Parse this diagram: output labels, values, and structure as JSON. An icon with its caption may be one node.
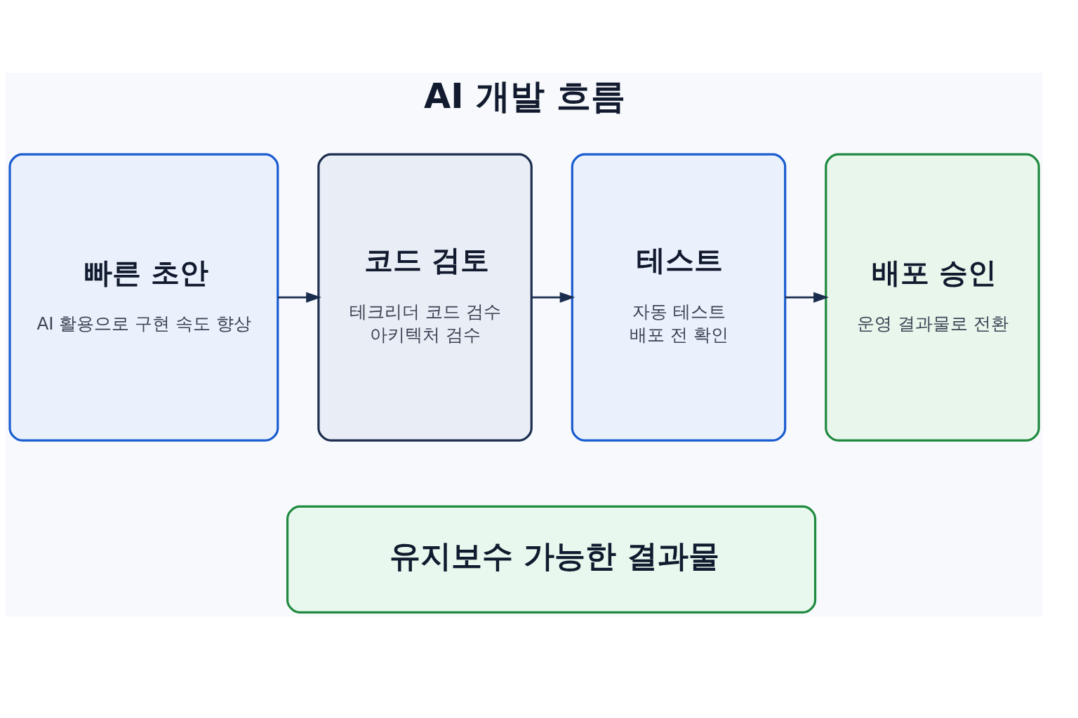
{
  "diagram": {
    "title": "AI 개발 흐름",
    "nodes": [
      {
        "text": [
          "빠른 초안",
          "AI 활용으로 구현 속도 향상"
        ]
      },
      {
        "text": [
          "코드 검토",
          "테크리더 코드 검수",
          "아키텍처 검수"
        ]
      },
      {
        "text": [
          "테스트",
          "자동 테스트",
          "배포 전 확인"
        ]
      },
      {
        "text": [
          "배포 승인",
          "운영 결과물로 전환"
        ]
      },
      {
        "text": [
          "유지보수 가능한 결과물"
        ]
      }
    ],
    "edges": [
      {
        "from": 0,
        "to": 1,
        "arrow": "to"
      },
      {
        "from": 1,
        "to": 2,
        "arrow": "to"
      },
      {
        "from": 2,
        "to": 3,
        "arrow": "to"
      }
    ]
  }
}
